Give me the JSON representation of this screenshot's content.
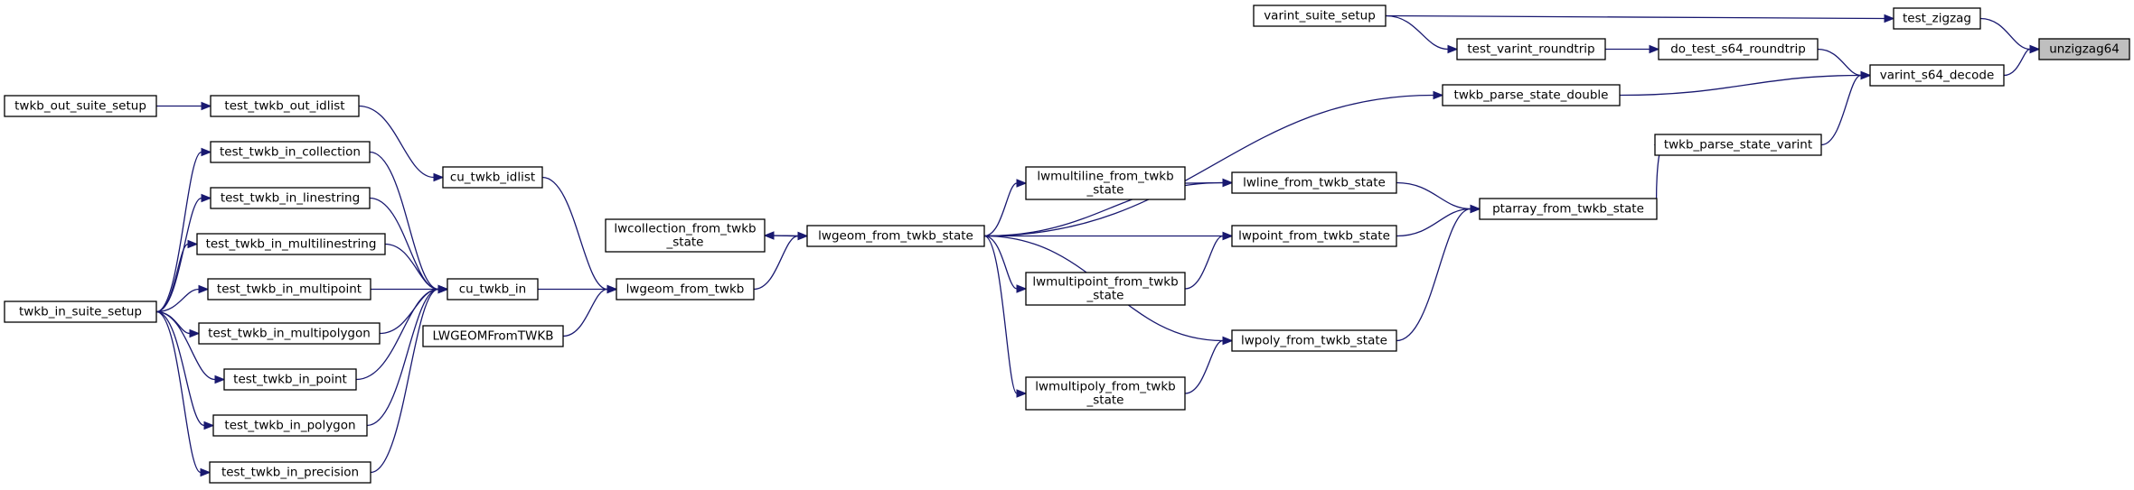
{
  "nodes": [
    {
      "id": "unzigzag64",
      "lines": [
        "unzigzag64"
      ],
      "focus": true
    },
    {
      "id": "test_zigzag",
      "lines": [
        "test_zigzag"
      ]
    },
    {
      "id": "varint_s64_decode",
      "lines": [
        "varint_s64_decode"
      ]
    },
    {
      "id": "varint_suite_setup",
      "lines": [
        "varint_suite_setup"
      ]
    },
    {
      "id": "do_test_s64_roundtrip",
      "lines": [
        "do_test_s64_roundtrip"
      ]
    },
    {
      "id": "test_varint_roundtrip",
      "lines": [
        "test_varint_roundtrip"
      ]
    },
    {
      "id": "twkb_parse_state_double",
      "lines": [
        "twkb_parse_state_double"
      ]
    },
    {
      "id": "twkb_parse_state_varint",
      "lines": [
        "twkb_parse_state_varint"
      ]
    },
    {
      "id": "ptarray_from_twkb_state",
      "lines": [
        "ptarray_from_twkb_state"
      ]
    },
    {
      "id": "lwline_from_twkb_state",
      "lines": [
        "lwline_from_twkb_state"
      ]
    },
    {
      "id": "lwpoint_from_twkb_state",
      "lines": [
        "lwpoint_from_twkb_state"
      ]
    },
    {
      "id": "lwpoly_from_twkb_state",
      "lines": [
        "lwpoly_from_twkb_state"
      ]
    },
    {
      "id": "lwmultiline_from_twkb_state",
      "lines": [
        "lwmultiline_from_twkb",
        "_state"
      ]
    },
    {
      "id": "lwmultipoint_from_twkb_state",
      "lines": [
        "lwmultipoint_from_twkb",
        "_state"
      ]
    },
    {
      "id": "lwmultipoly_from_twkb_state",
      "lines": [
        "lwmultipoly_from_twkb",
        "_state"
      ]
    },
    {
      "id": "lwgeom_from_twkb_state",
      "lines": [
        "lwgeom_from_twkb_state"
      ]
    },
    {
      "id": "lwcollection_from_twkb_state",
      "lines": [
        "lwcollection_from_twkb",
        "_state"
      ]
    },
    {
      "id": "lwgeom_from_twkb",
      "lines": [
        "lwgeom_from_twkb"
      ]
    },
    {
      "id": "cu_twkb_in",
      "lines": [
        "cu_twkb_in"
      ]
    },
    {
      "id": "LWGEOMFromTWKB",
      "lines": [
        "LWGEOMFromTWKB"
      ]
    },
    {
      "id": "cu_twkb_idlist",
      "lines": [
        "cu_twkb_idlist"
      ]
    },
    {
      "id": "test_twkb_out_idlist",
      "lines": [
        "test_twkb_out_idlist"
      ]
    },
    {
      "id": "twkb_out_suite_setup",
      "lines": [
        "twkb_out_suite_setup"
      ]
    },
    {
      "id": "test_twkb_in_collection",
      "lines": [
        "test_twkb_in_collection"
      ]
    },
    {
      "id": "test_twkb_in_linestring",
      "lines": [
        "test_twkb_in_linestring"
      ]
    },
    {
      "id": "test_twkb_in_multilinestring",
      "lines": [
        "test_twkb_in_multilinestring"
      ]
    },
    {
      "id": "test_twkb_in_multipoint",
      "lines": [
        "test_twkb_in_multipoint"
      ]
    },
    {
      "id": "test_twkb_in_multipolygon",
      "lines": [
        "test_twkb_in_multipolygon"
      ]
    },
    {
      "id": "test_twkb_in_point",
      "lines": [
        "test_twkb_in_point"
      ]
    },
    {
      "id": "test_twkb_in_polygon",
      "lines": [
        "test_twkb_in_polygon"
      ]
    },
    {
      "id": "test_twkb_in_precision",
      "lines": [
        "test_twkb_in_precision"
      ]
    },
    {
      "id": "twkb_in_suite_setup",
      "lines": [
        "twkb_in_suite_setup"
      ]
    }
  ],
  "edges": [
    {
      "from": "test_zigzag",
      "to": "unzigzag64"
    },
    {
      "from": "varint_s64_decode",
      "to": "unzigzag64"
    },
    {
      "from": "varint_suite_setup",
      "to": "test_zigzag"
    },
    {
      "from": "do_test_s64_roundtrip",
      "to": "varint_s64_decode"
    },
    {
      "from": "twkb_parse_state_double",
      "to": "varint_s64_decode"
    },
    {
      "from": "twkb_parse_state_varint",
      "to": "varint_s64_decode"
    },
    {
      "from": "test_varint_roundtrip",
      "to": "do_test_s64_roundtrip"
    },
    {
      "from": "varint_suite_setup",
      "to": "test_varint_roundtrip"
    },
    {
      "from": "lwgeom_from_twkb_state",
      "to": "twkb_parse_state_double"
    },
    {
      "from": "ptarray_from_twkb_state",
      "to": "twkb_parse_state_varint"
    },
    {
      "from": "lwline_from_twkb_state",
      "to": "ptarray_from_twkb_state"
    },
    {
      "from": "lwpoint_from_twkb_state",
      "to": "ptarray_from_twkb_state"
    },
    {
      "from": "lwpoly_from_twkb_state",
      "to": "ptarray_from_twkb_state"
    },
    {
      "from": "lwgeom_from_twkb_state",
      "to": "lwline_from_twkb_state"
    },
    {
      "from": "lwmultiline_from_twkb_state",
      "to": "lwline_from_twkb_state"
    },
    {
      "from": "lwgeom_from_twkb_state",
      "to": "lwpoint_from_twkb_state"
    },
    {
      "from": "lwmultipoint_from_twkb_state",
      "to": "lwpoint_from_twkb_state"
    },
    {
      "from": "lwgeom_from_twkb_state",
      "to": "lwpoly_from_twkb_state"
    },
    {
      "from": "lwmultipoly_from_twkb_state",
      "to": "lwpoly_from_twkb_state"
    },
    {
      "from": "lwgeom_from_twkb_state",
      "to": "lwmultiline_from_twkb_state"
    },
    {
      "from": "lwgeom_from_twkb_state",
      "to": "lwmultipoint_from_twkb_state"
    },
    {
      "from": "lwgeom_from_twkb_state",
      "to": "lwmultipoly_from_twkb_state"
    },
    {
      "from": "lwgeom_from_twkb_state",
      "to": "lwcollection_from_twkb_state"
    },
    {
      "from": "lwcollection_from_twkb_state",
      "to": "lwgeom_from_twkb_state"
    },
    {
      "from": "lwgeom_from_twkb",
      "to": "lwgeom_from_twkb_state"
    },
    {
      "from": "cu_twkb_in",
      "to": "lwgeom_from_twkb"
    },
    {
      "from": "LWGEOMFromTWKB",
      "to": "lwgeom_from_twkb"
    },
    {
      "from": "cu_twkb_idlist",
      "to": "lwgeom_from_twkb"
    },
    {
      "from": "test_twkb_out_idlist",
      "to": "cu_twkb_idlist"
    },
    {
      "from": "twkb_out_suite_setup",
      "to": "test_twkb_out_idlist"
    },
    {
      "from": "test_twkb_in_collection",
      "to": "cu_twkb_in"
    },
    {
      "from": "test_twkb_in_linestring",
      "to": "cu_twkb_in"
    },
    {
      "from": "test_twkb_in_multilinestring",
      "to": "cu_twkb_in"
    },
    {
      "from": "test_twkb_in_multipoint",
      "to": "cu_twkb_in"
    },
    {
      "from": "test_twkb_in_multipolygon",
      "to": "cu_twkb_in"
    },
    {
      "from": "test_twkb_in_point",
      "to": "cu_twkb_in"
    },
    {
      "from": "test_twkb_in_polygon",
      "to": "cu_twkb_in"
    },
    {
      "from": "test_twkb_in_precision",
      "to": "cu_twkb_in"
    },
    {
      "from": "twkb_in_suite_setup",
      "to": "test_twkb_in_collection"
    },
    {
      "from": "twkb_in_suite_setup",
      "to": "test_twkb_in_linestring"
    },
    {
      "from": "twkb_in_suite_setup",
      "to": "test_twkb_in_multilinestring"
    },
    {
      "from": "twkb_in_suite_setup",
      "to": "test_twkb_in_multipoint"
    },
    {
      "from": "twkb_in_suite_setup",
      "to": "test_twkb_in_multipolygon"
    },
    {
      "from": "twkb_in_suite_setup",
      "to": "test_twkb_in_point"
    },
    {
      "from": "twkb_in_suite_setup",
      "to": "test_twkb_in_polygon"
    },
    {
      "from": "twkb_in_suite_setup",
      "to": "test_twkb_in_precision"
    }
  ]
}
